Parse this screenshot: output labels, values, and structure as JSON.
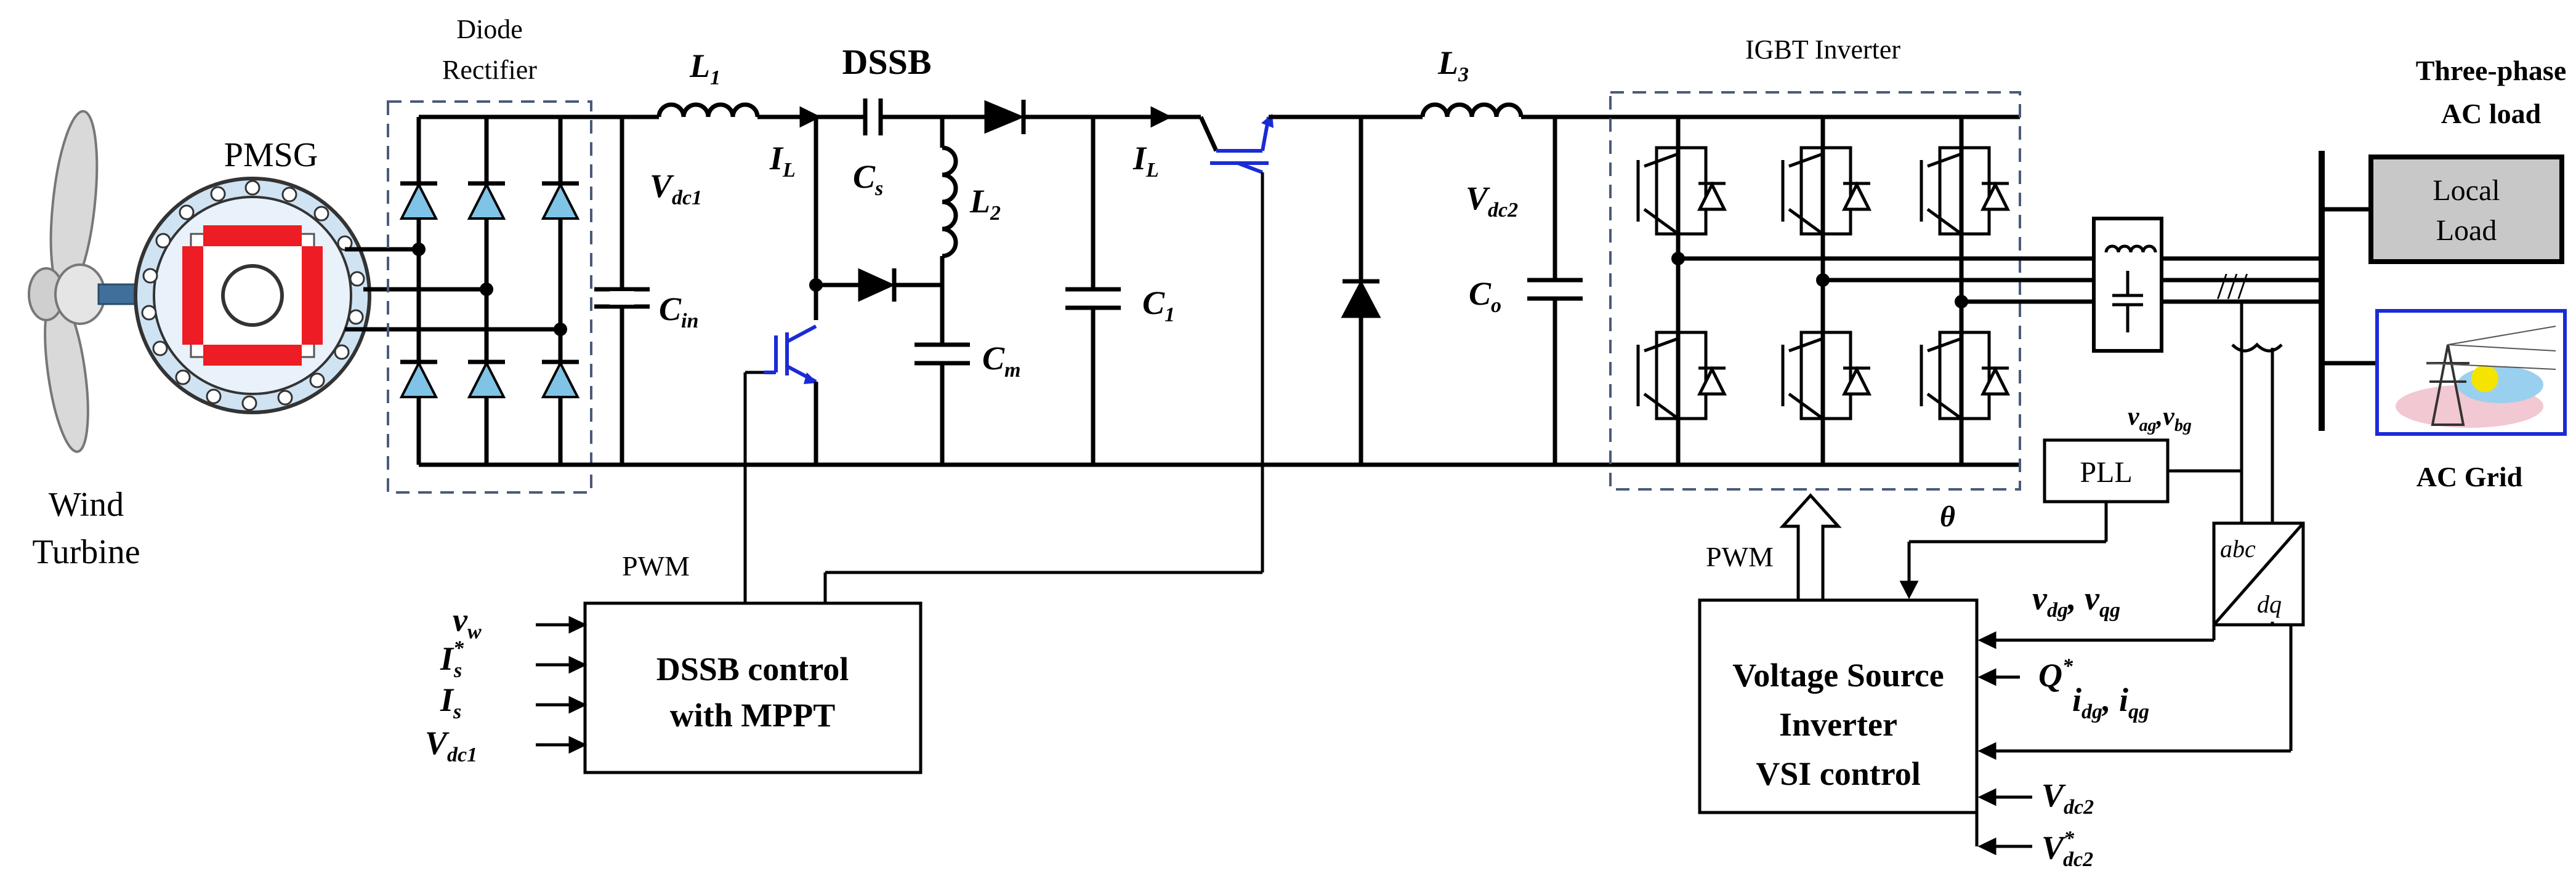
{
  "labels": {
    "wind_turbine_1": "Wind",
    "wind_turbine_2": "Turbine",
    "pmsg": "PMSG",
    "diode_rectifier_1": "Diode",
    "diode_rectifier_2": "Rectifier",
    "l1": "L",
    "l1_sub": "1",
    "dssb": "DSSB",
    "il_a": "I",
    "il_a_sub": "L",
    "il_b": "I",
    "il_b_sub": "L",
    "vdc1": "V",
    "vdc1_sub": "dc1",
    "cin": "C",
    "cin_sub": "in",
    "cs": "C",
    "cs_sub": "s",
    "l2": "L",
    "l2_sub": "2",
    "cm": "C",
    "cm_sub": "m",
    "c1": "C",
    "c1_sub": "1",
    "l3": "L",
    "l3_sub": "3",
    "vdc2": "V",
    "vdc2_sub": "dc2",
    "co": "C",
    "co_sub": "o",
    "igbt_inverter": "IGBT Inverter",
    "three_phase_1": "Three-phase",
    "three_phase_2": "AC load",
    "local_load_1": "Local",
    "local_load_2": "Load",
    "ac_grid": "AC Grid",
    "pwm_left": "PWM",
    "pwm_right": "PWM",
    "pll": "PLL",
    "theta": "θ",
    "vag_vbg": "v",
    "vag_sub": "ag",
    "vag_sep": ",v",
    "vbg_sub": "bg",
    "abc": "abc",
    "dq": "dq",
    "vdg": "v",
    "vdg_sub": "dg",
    "vqg_sep": ", v",
    "vqg_sub": "qg",
    "qstar": "Q",
    "qstar_sup": "*",
    "idg": "i",
    "idg_sub": "dg",
    "iqg_sep": ", i",
    "iqg_sub": "qg",
    "vdc2_in": "V",
    "vdc2_in_sub": "dc2",
    "vdc2star": "V",
    "vdc2star_sup": "*",
    "vdc2star_sub": "dc2",
    "vw": "v",
    "vw_sub": "w",
    "isstar": "I",
    "isstar_sup": "*",
    "isstar_sub": "s",
    "is": "I",
    "is_sub": "s",
    "vdc1_in": "V",
    "vdc1_in_sub": "dc1",
    "dssb_control_1": "DSSB control",
    "dssb_control_2": "with MPPT",
    "vsi_1": "Voltage Source",
    "vsi_2": "Inverter",
    "vsi_3": "VSI control",
    "slashes": "///"
  },
  "colors": {
    "diode_fill": "#7fc4e6",
    "magnet_red": "#ee1c24",
    "switch_blue": "#1a2bd6",
    "load_box": "#c8c8c8",
    "grid_border": "#1a2bd6"
  }
}
